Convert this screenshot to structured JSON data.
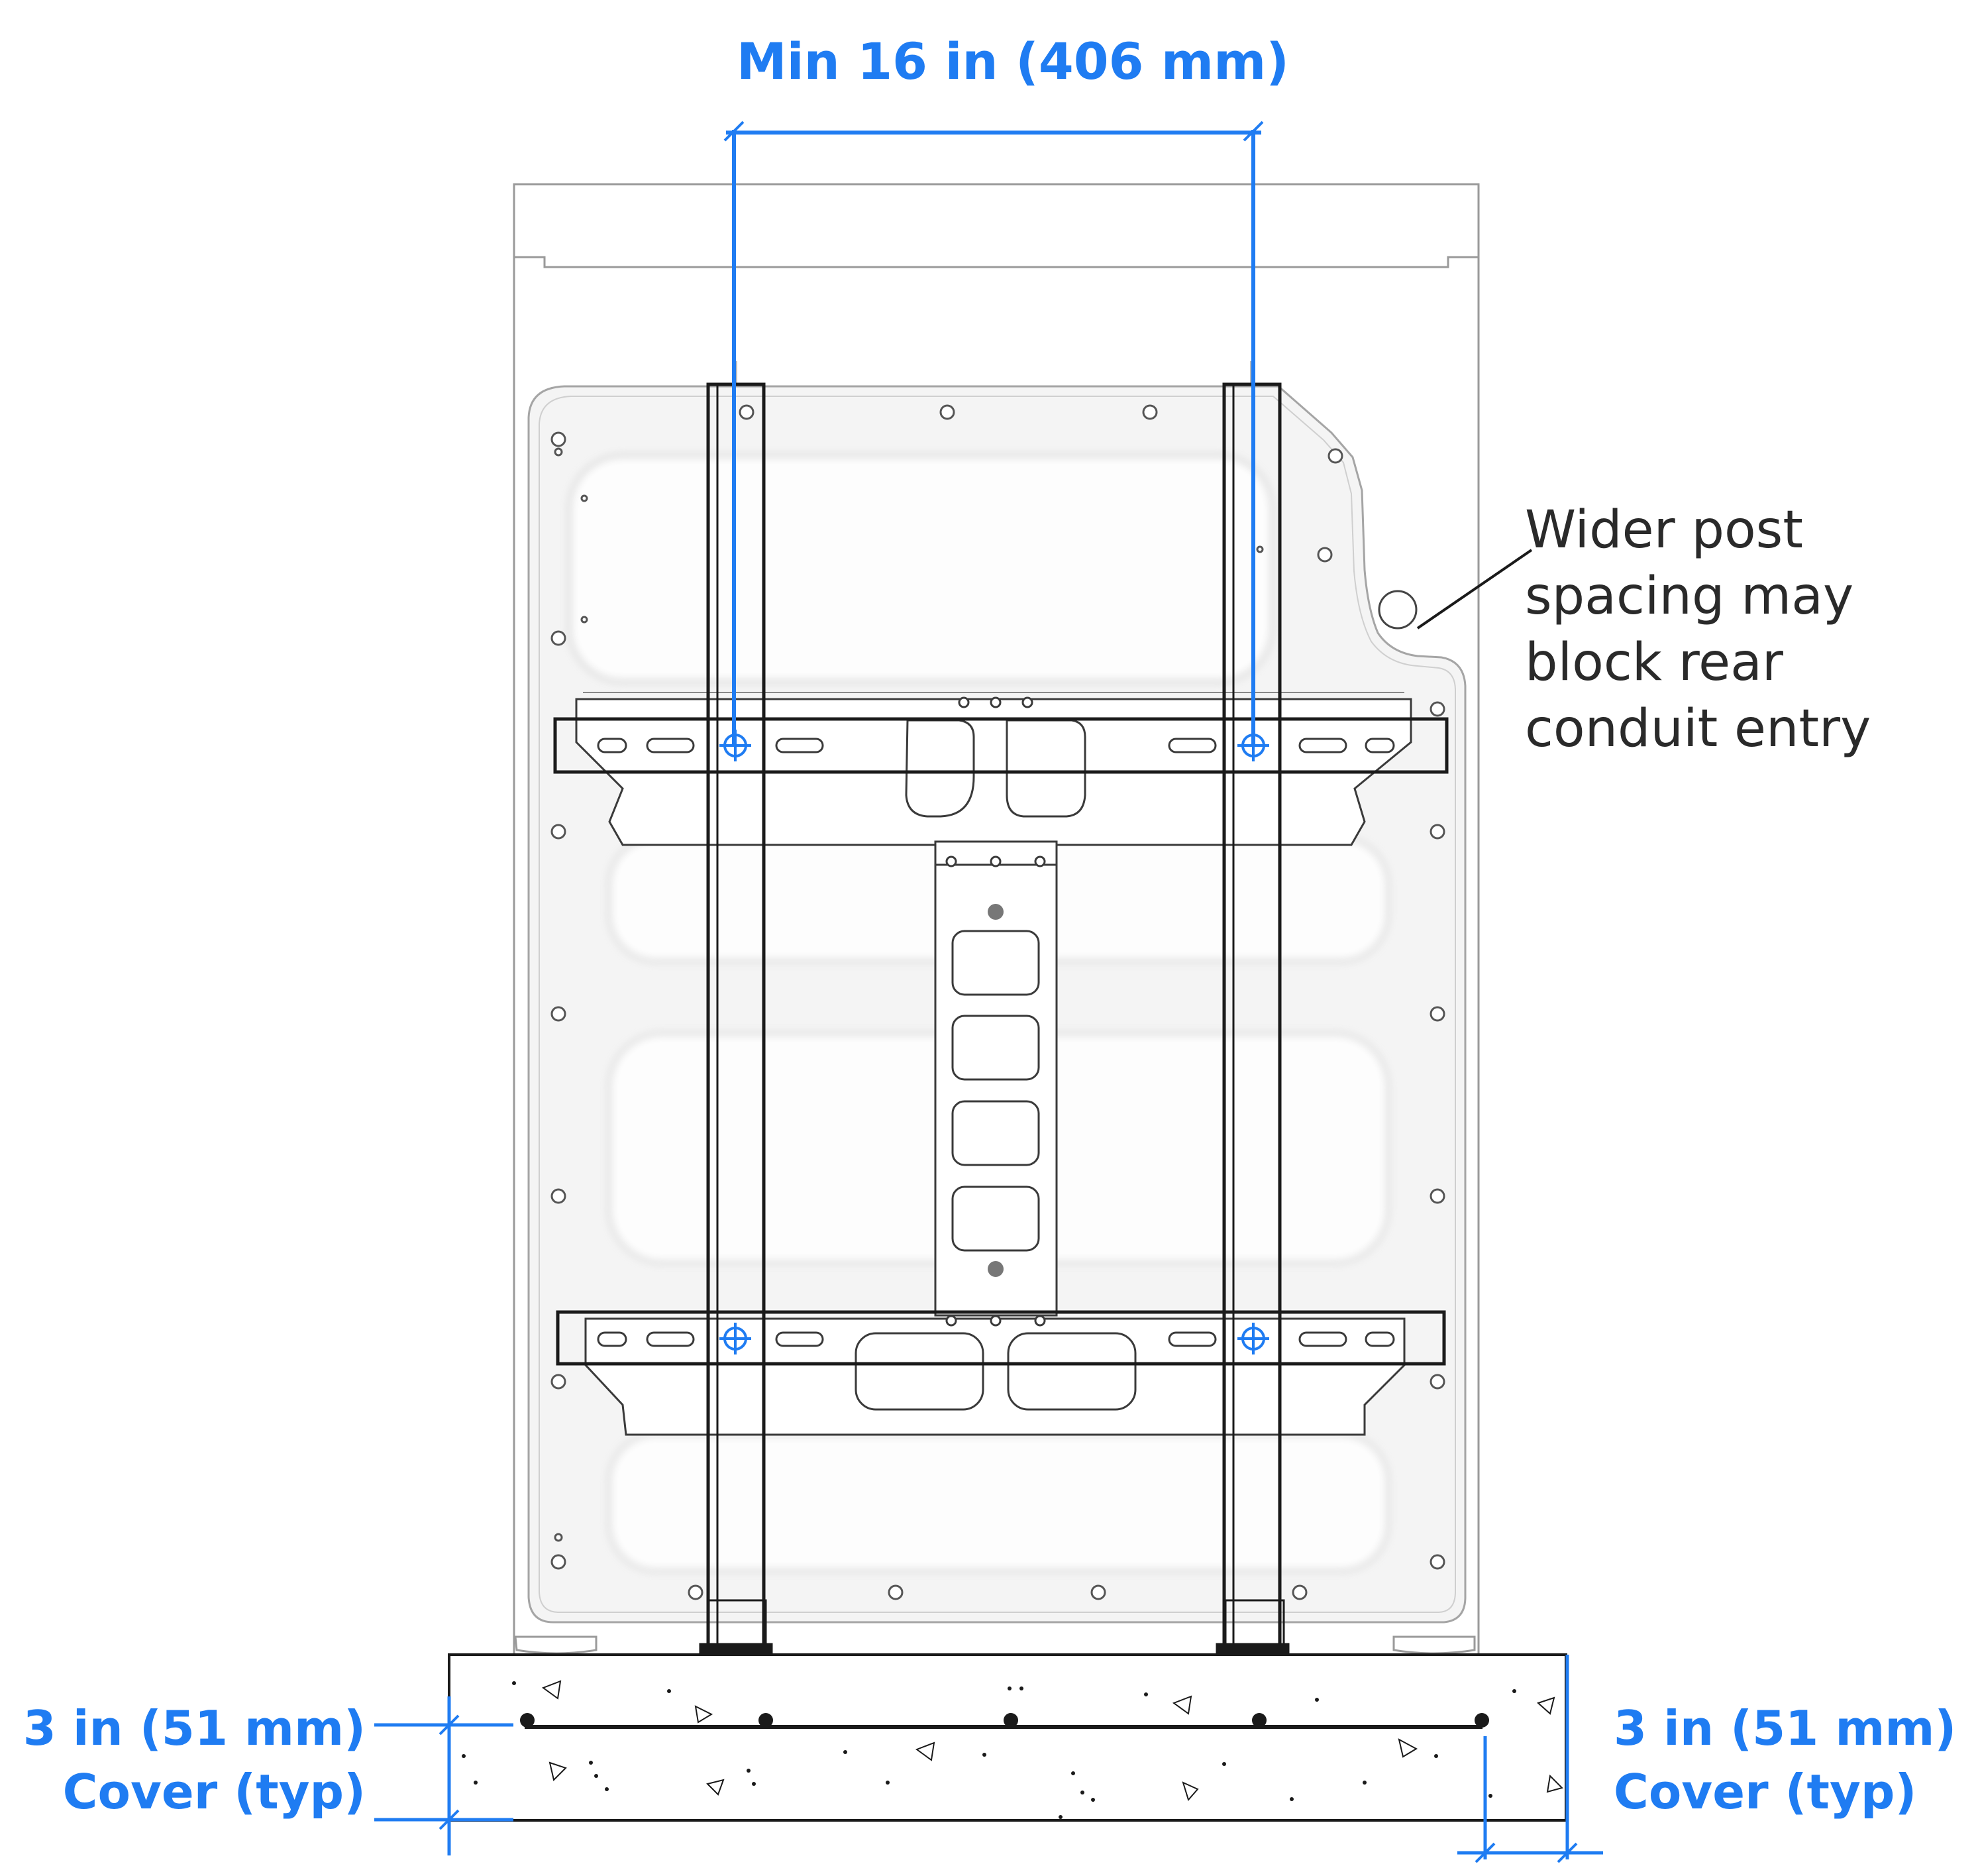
{
  "colors": {
    "accent_blue": "#1f7cf2",
    "line_dark": "#1a1a1a",
    "panel_fill": "#f4f4f4",
    "panel_line": "#cfcfcf"
  },
  "labels": {
    "top_dimension": "Min 16 in (406 mm)",
    "note_line1": "Wider post",
    "note_line2": "spacing may",
    "note_line3": "block rear",
    "note_line4": "conduit entry",
    "left_cover_line1": "3 in (51 mm)",
    "left_cover_line2": "Cover (typ)",
    "right_cover_line1": "3 in (51 mm)",
    "right_cover_line2": "Cover (typ)"
  }
}
